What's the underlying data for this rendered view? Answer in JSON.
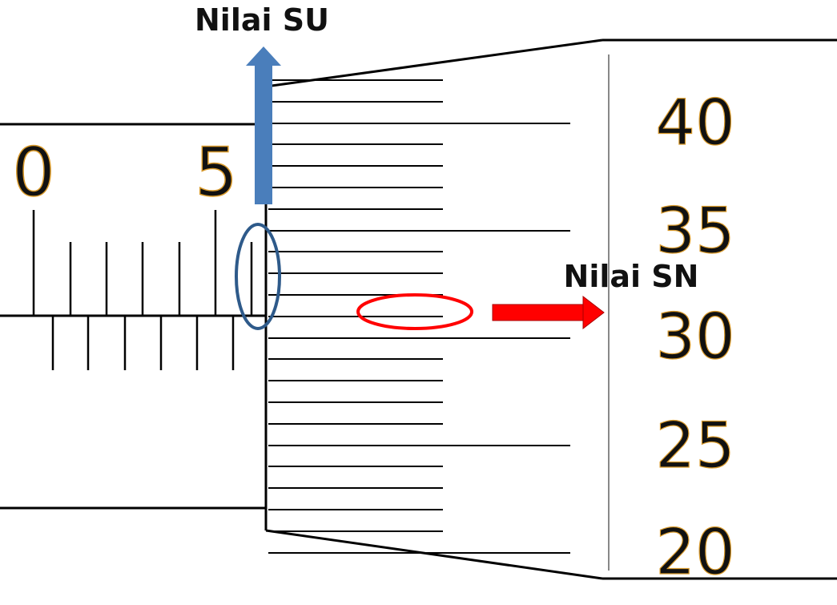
{
  "labels": {
    "su": "Nilai SU",
    "sn": "Nilai SN"
  },
  "sleeve_scale": [
    "0",
    "5"
  ],
  "thimble_scale": [
    "40",
    "35",
    "30",
    "25",
    "20"
  ],
  "colors": {
    "su_arrow": "#4a7ebb",
    "su_ellipse": "#2e5a8a",
    "sn_arrow": "#ff0000",
    "sn_ellipse": "#ff0000",
    "lines": "#000000",
    "scale_outline": "#d99a2b"
  }
}
